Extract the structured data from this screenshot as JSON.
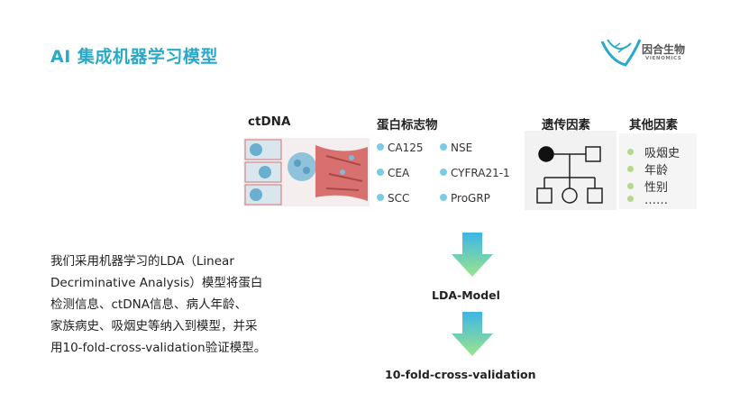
{
  "title": "AI 集成机器学习模型",
  "logo": {
    "name": "因合生物",
    "sub": "VIENOMICS"
  },
  "sections": {
    "ctdna": "ctDNA",
    "markers": "蛋白标志物",
    "genetic": "遗传因素",
    "other": "其他因素"
  },
  "markers": [
    "CA125",
    "NSE",
    "CEA",
    "CYFRA21-1",
    "SCC",
    "ProGRP"
  ],
  "other_factors": [
    "吸烟史",
    "年龄",
    "性别",
    "……"
  ],
  "description": [
    "我们采用机器学习的LDA（Linear",
    "Decriminative Analysis）模型将蛋白",
    "检测信息、ctDNA信息、病人年龄、",
    "家族病史、吸烟史等纳入到模型，并采",
    "用10-fold-cross-validation验证模型。"
  ],
  "flow": {
    "step1": "LDA-Model",
    "step2": "10-fold-cross-validation"
  },
  "colors": {
    "accent": "#2aa9c8",
    "arrow_top": "#3db6e6",
    "arrow_bottom": "#9be58a"
  }
}
